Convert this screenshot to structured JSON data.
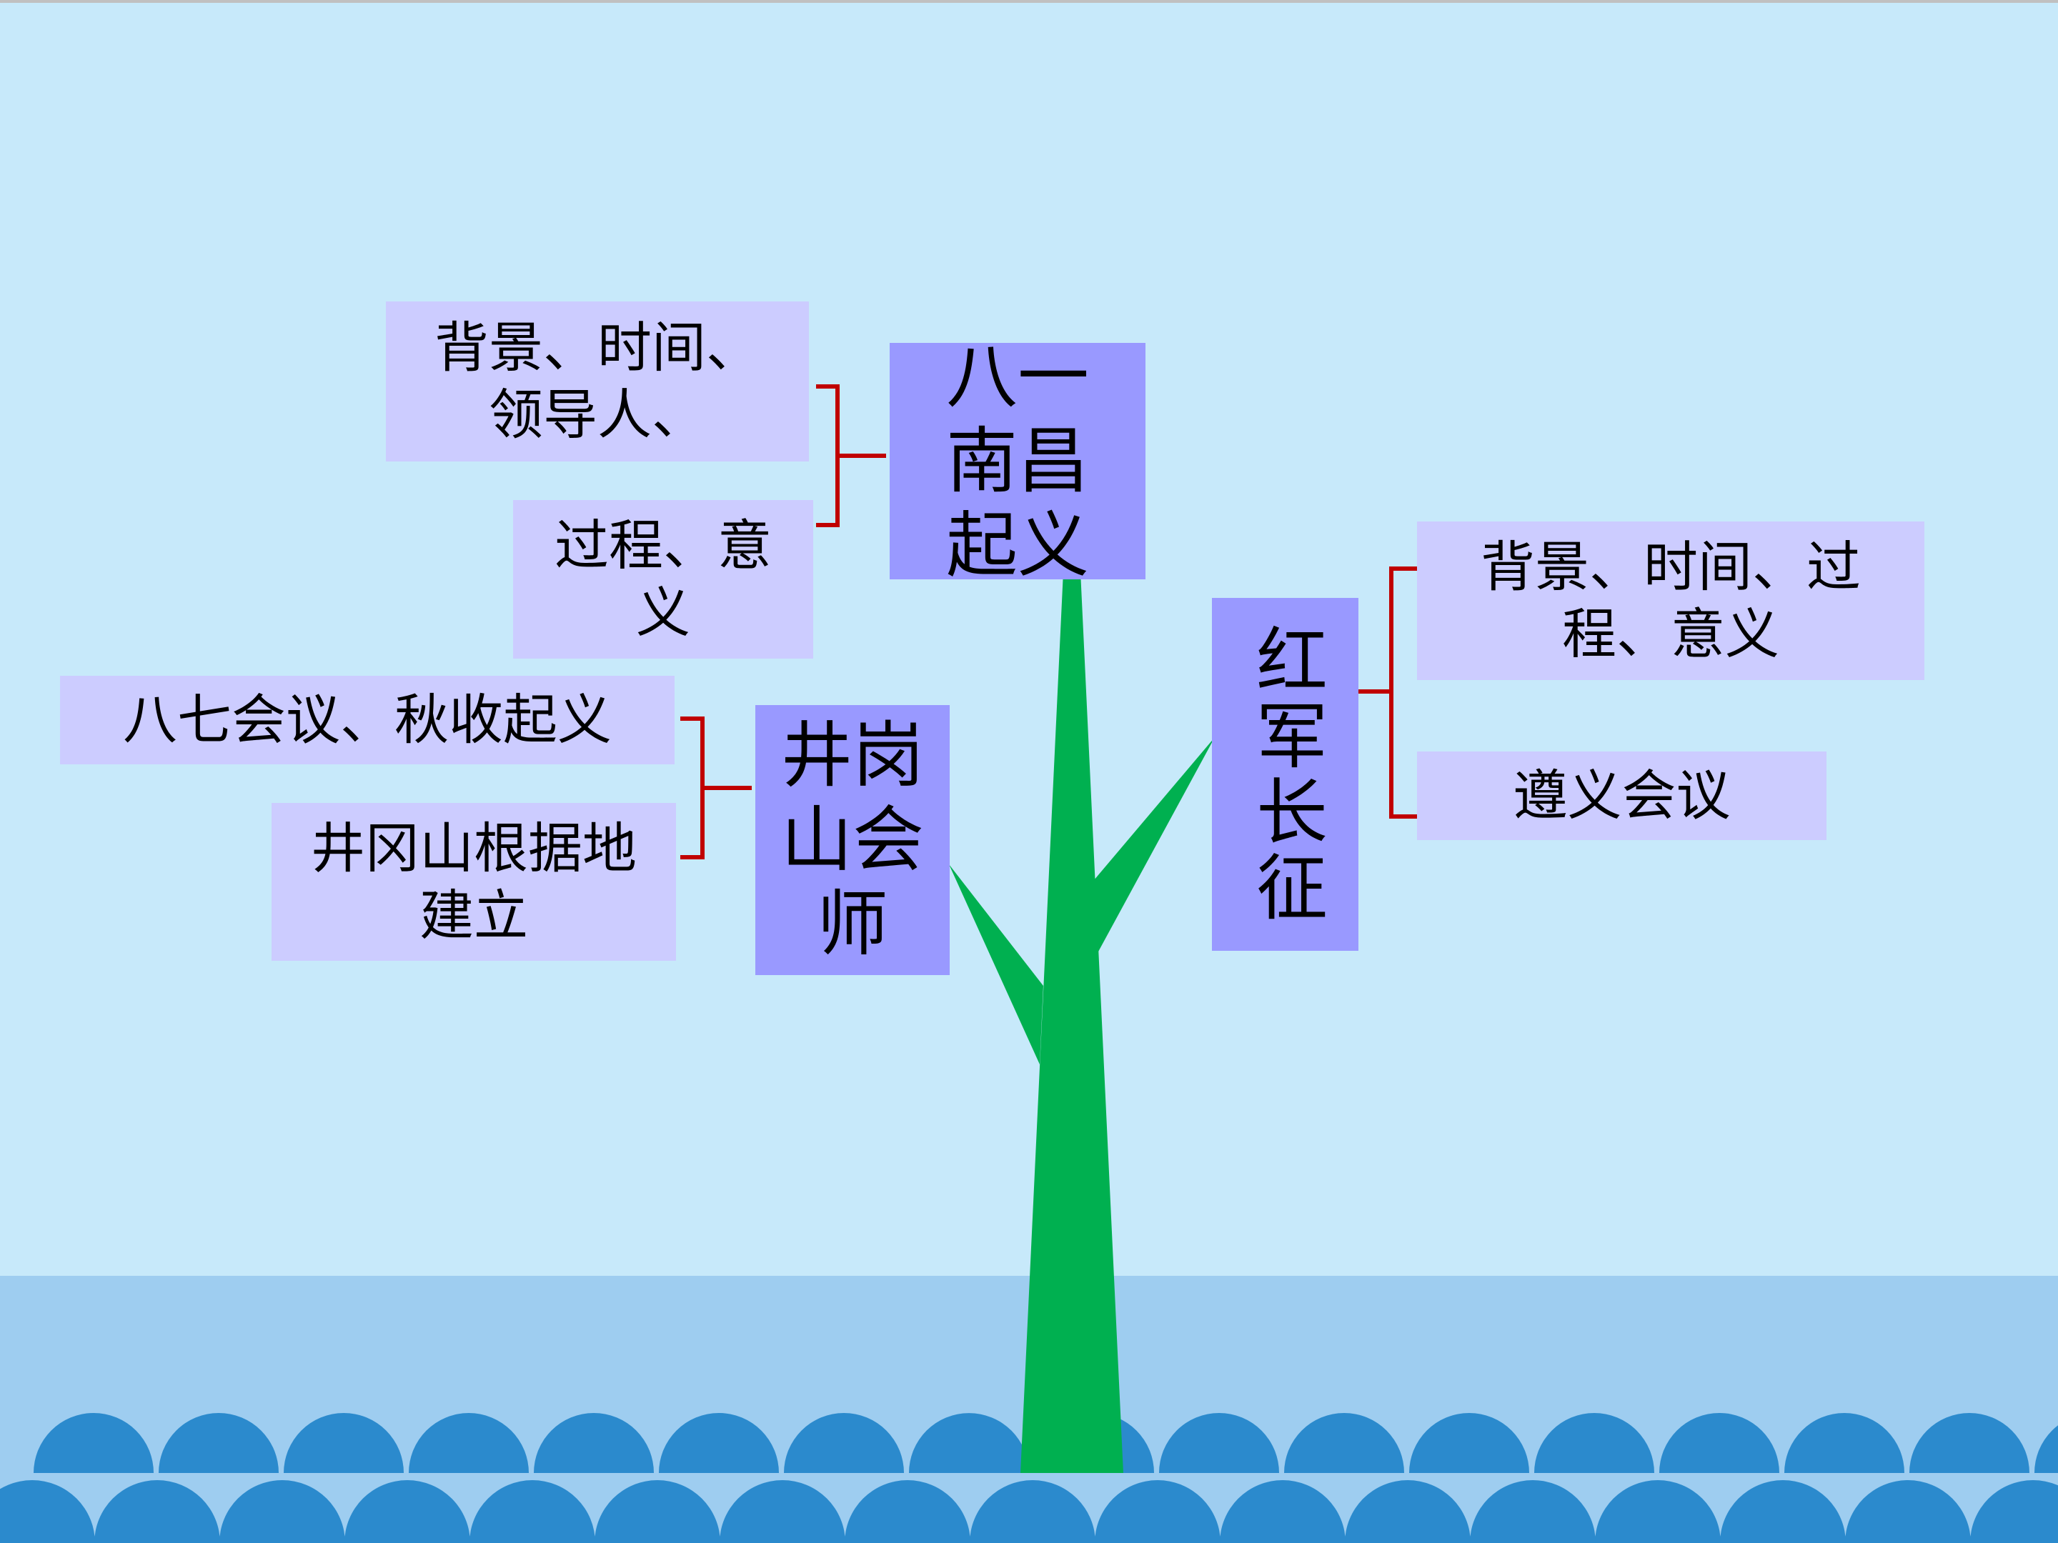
{
  "colors": {
    "sky": "#c7e9fa",
    "water": "#9ecdf0",
    "wave": "#2b8acd",
    "trunk": "#00b050",
    "topic_box": "#9999ff",
    "detail_box": "#ccccff",
    "bracket": "#c00000",
    "top_border": "#c0c0c0"
  },
  "topics": {
    "nanchang": "八一南昌起义",
    "jinggang": "井岗山会师",
    "changzheng": "红军长征"
  },
  "details": {
    "nanchang_background": "背景、时间、领导人、",
    "nanchang_process": "过程、意义",
    "jinggang_meetings": "八七会议、秋收起义",
    "jinggang_base": "井冈山根据地建立",
    "changzheng_background": "背景、时间、过程、意义",
    "changzheng_zunyi": "遵义会议"
  }
}
